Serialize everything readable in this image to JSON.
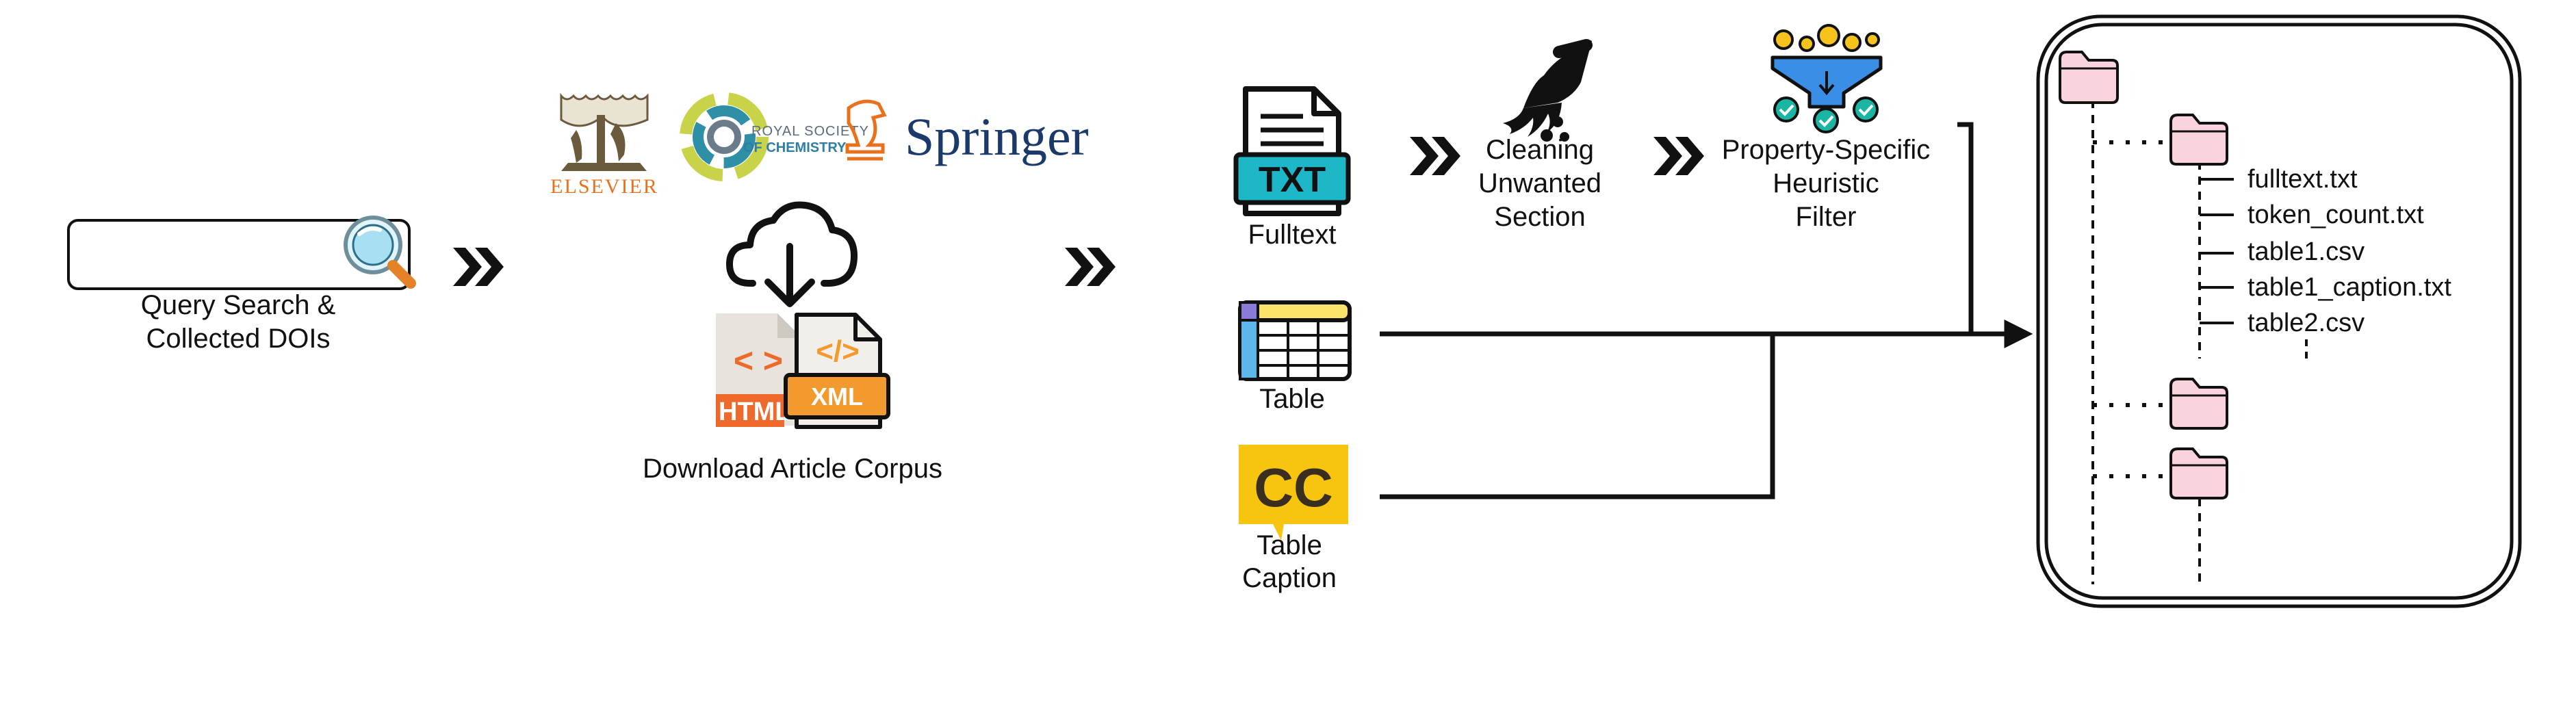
{
  "query": {
    "label_line1": "Query Search &",
    "label_line2": "Collected DOIs",
    "search_value": ""
  },
  "download": {
    "publishers": {
      "elsevier": "ELSEVIER",
      "rsc_line1": "ROYAL SOCIETY",
      "rsc_line2": "OF CHEMISTRY",
      "springer": "Springer"
    },
    "html_badge": "HTML",
    "xml_badge": "XML",
    "html_code": "< >",
    "xml_code": "</>",
    "label": "Download Article Corpus"
  },
  "extracted": {
    "fulltext_badge": "TXT",
    "fulltext_label": "Fulltext",
    "table_label": "Table",
    "caption_badge": "CC",
    "caption_line1": "Table",
    "caption_line2": "Caption"
  },
  "cleaning": {
    "line1": "Cleaning",
    "line2": "Unwanted",
    "line3": "Section"
  },
  "filter": {
    "line1": "Property-Specific",
    "line2": "Heuristic",
    "line3": "Filter"
  },
  "output": {
    "files": [
      "fulltext.txt",
      "token_count.txt",
      "table1.csv",
      "table1_caption.txt",
      "table2.csv"
    ]
  },
  "colors": {
    "txt_teal": "#1eb7c8",
    "table_yellow": "#fce36b",
    "table_blue": "#5db7ea",
    "table_purple": "#8b7bd8",
    "caption_yellow": "#f7c410",
    "folder_pink": "#f9d4dc",
    "xml_orange": "#f29a2e",
    "html_orange": "#ee6a2c",
    "funnel_blue": "#3a8ee6",
    "funnel_teal": "#1bb5a3",
    "filter_gold": "#f6c31c",
    "elsevier_orange": "#e9711c",
    "springer_navy": "#1b3a6b"
  },
  "icons": [
    "search-icon",
    "cloud-download-icon",
    "html-file-icon",
    "xml-file-icon",
    "txt-file-icon",
    "table-icon",
    "closed-caption-icon",
    "broom-icon",
    "funnel-filter-icon",
    "folder-icon"
  ]
}
